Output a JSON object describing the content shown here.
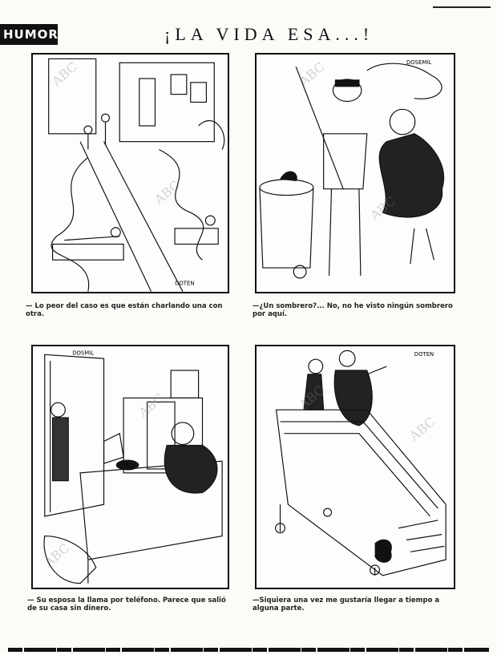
{
  "section": "HUMOR",
  "title": "¡LA VIDA ESA...!",
  "watermark": "ABC",
  "panels": [
    {
      "caption": "— Lo peor del caso es que están charlando una con otra.",
      "signature": "DOTEN"
    },
    {
      "caption": "—¿Un sombrero?... No, no he visto ningún sombrero por aquí.",
      "signature": "DOSEMIL"
    },
    {
      "caption": "— Su esposa la llama por teléfono. Parece que salió de su casa sin dinero.",
      "signature": "DOSMIL"
    },
    {
      "caption": "—Siquiera una vez me gustaría llegar a tiempo a alguna parte.",
      "signature": "DOTEN"
    }
  ]
}
